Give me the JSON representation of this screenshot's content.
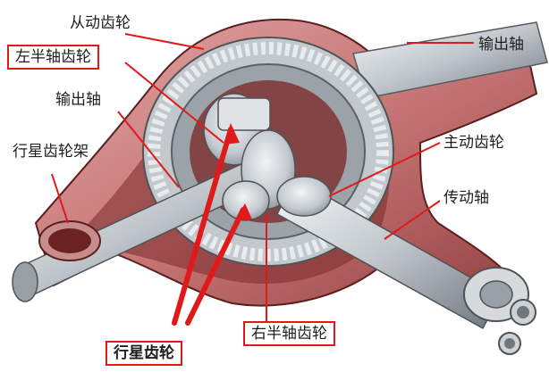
{
  "labels": {
    "driven_gear": "从动齿轮",
    "left_side_gear": "左半轴齿轮",
    "output_shaft_right": "输出轴",
    "output_shaft_left": "输出轴",
    "planet_carrier": "行星齿轮架",
    "drive_gear": "主动齿轮",
    "drive_shaft": "传动轴",
    "right_side_gear": "右半轴齿轮",
    "planet_gear": "行星齿轮"
  },
  "colors": {
    "leader": "#e01a1a",
    "housing": "#c97b7b",
    "housing_dark": "#8a2f2f",
    "metal": "#d8dcdf"
  }
}
